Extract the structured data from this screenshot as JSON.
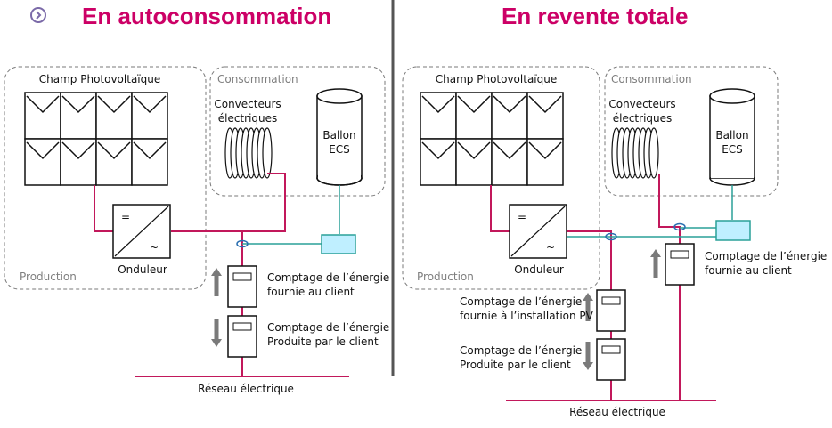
{
  "header": {
    "title_left": "En autoconsommation",
    "title_right": "En revente totale",
    "icon": "chevron-right-circle-icon"
  },
  "left": {
    "pv_label": "Champ Photovoltaïque",
    "consommation": "Consommation",
    "convecteurs": [
      "Convecteurs",
      "électriques"
    ],
    "ballon": [
      "Ballon",
      "ECS"
    ],
    "onduleur": "Onduleur",
    "onduleur_eq": "=",
    "onduleur_ac": "~",
    "production": "Production",
    "meter1": [
      "Comptage de l’énergie",
      "fournie au client"
    ],
    "meter2": [
      "Comptage de l’énergie",
      "Produite par le client"
    ],
    "reseau": "Réseau électrique"
  },
  "right": {
    "pv_label": "Champ Photovoltaïque",
    "consommation": "Consommation",
    "convecteurs": [
      "Convecteurs",
      "électriques"
    ],
    "ballon": [
      "Ballon",
      "ECS"
    ],
    "onduleur": "Onduleur",
    "onduleur_eq": "=",
    "onduleur_ac": "~",
    "production": "Production",
    "meter_client": [
      "Comptage de l’énergie",
      "fournie au client"
    ],
    "meter_pv": [
      "Comptage de l’énergie",
      "fournie à l’installation PV"
    ],
    "meter_prod": [
      "Comptage de l’énergie",
      "Produite par le client"
    ],
    "reseau": "Réseau électrique"
  },
  "colors": {
    "title": "#cc0066",
    "wire": "#c2185b",
    "teal": "#2aa198",
    "box": "#bfefff"
  }
}
